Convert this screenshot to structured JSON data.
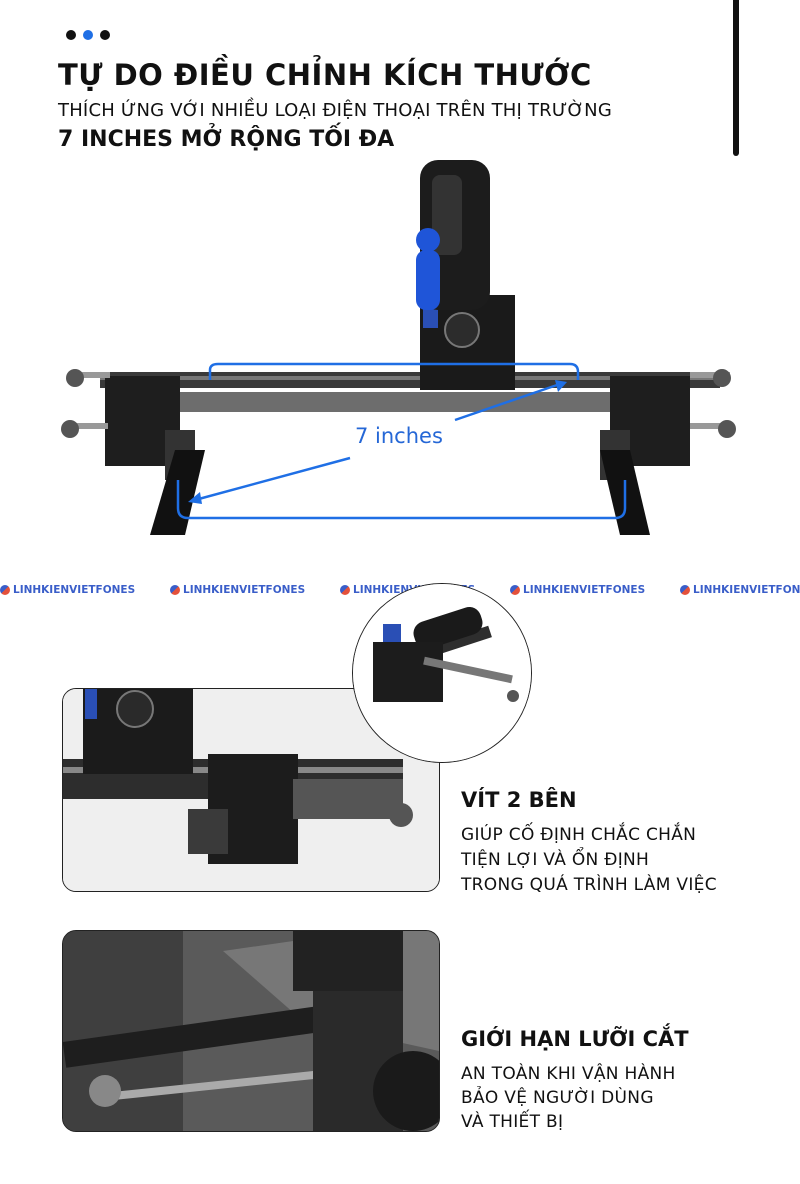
{
  "header": {
    "title": "TỰ DO ĐIỀU CHỈNH KÍCH THƯỚC",
    "subtitle": "THÍCH ỨNG VỚI NHIỀU LOẠI ĐIỆN THOẠI TRÊN THỊ TRƯỜNG",
    "highlight": "7 INCHES MỞ RỘNG TỐI ĐA"
  },
  "hero": {
    "dimension_label": "7 inches"
  },
  "watermark": {
    "text": "LINHKIENVIETFONES"
  },
  "features": [
    {
      "title": "VÍT 2 BÊN",
      "lines": [
        "GIÚP CỐ ĐỊNH CHẮC CHẮN",
        "TIỆN LỢI VÀ ỔN ĐỊNH",
        "TRONG QUÁ TRÌNH LÀM VIỆC"
      ]
    },
    {
      "title": "GIỚI HẠN LƯỠI CẮT",
      "lines": [
        "AN TOÀN KHI VẬN HÀNH",
        "BẢO VỆ NGƯỜI DÙNG",
        "VÀ THIẾT BỊ"
      ]
    }
  ],
  "colors": {
    "accent": "#1f6fe5",
    "dark": "#111111",
    "watermark": "#3a5ec9"
  }
}
